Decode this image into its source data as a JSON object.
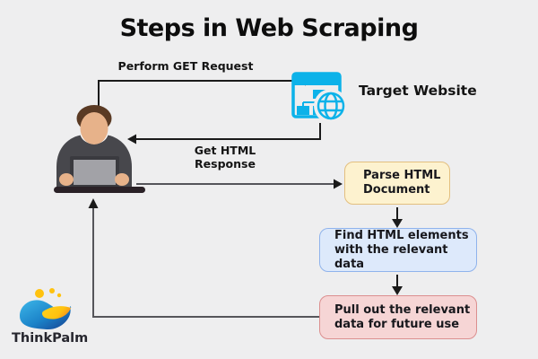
{
  "title": "Steps in Web Scraping",
  "labels": {
    "get_request": "Perform GET Request",
    "response": "Get HTML Response",
    "target_website": "Target Website"
  },
  "boxes": {
    "parse": {
      "line1": "Parse HTML",
      "line2": "Document",
      "bg": "#fdf2cf",
      "border": "#e3bf7f"
    },
    "find": {
      "line1": "Find HTML elements",
      "line2": "with the relevant data",
      "bg": "#dde9fb",
      "border": "#8fb3ec"
    },
    "pull": {
      "line1": "Pull out the relevant",
      "line2": "data for future use",
      "bg": "#f6d5d5",
      "border": "#db8f8f"
    }
  },
  "logo": {
    "brand": "ThinkPalm"
  },
  "icons": {
    "website": "browser-window-with-sitemap-and-globe",
    "person": "user-working-on-laptop",
    "logo": "thinkpalm-wave-logo"
  },
  "colors": {
    "background": "#eeeeef",
    "accent_cyan": "#0cb2e9",
    "arrow_black": "#1a1a1a",
    "arrow_gray": "#55555a",
    "logo_blue_light": "#3db7e9",
    "logo_blue_dark": "#173f8f",
    "logo_yellow": "#ffc20e",
    "logo_orange": "#f7941d"
  }
}
